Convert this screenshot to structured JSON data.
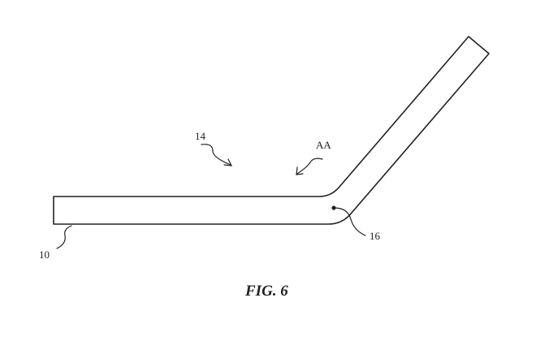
{
  "figure": {
    "caption": "FIG. 6",
    "labels": {
      "substrate": "10",
      "region": "14",
      "axis": "AA",
      "bend": "16"
    }
  },
  "colors": {
    "ink": "#222222",
    "background": "#ffffff"
  }
}
